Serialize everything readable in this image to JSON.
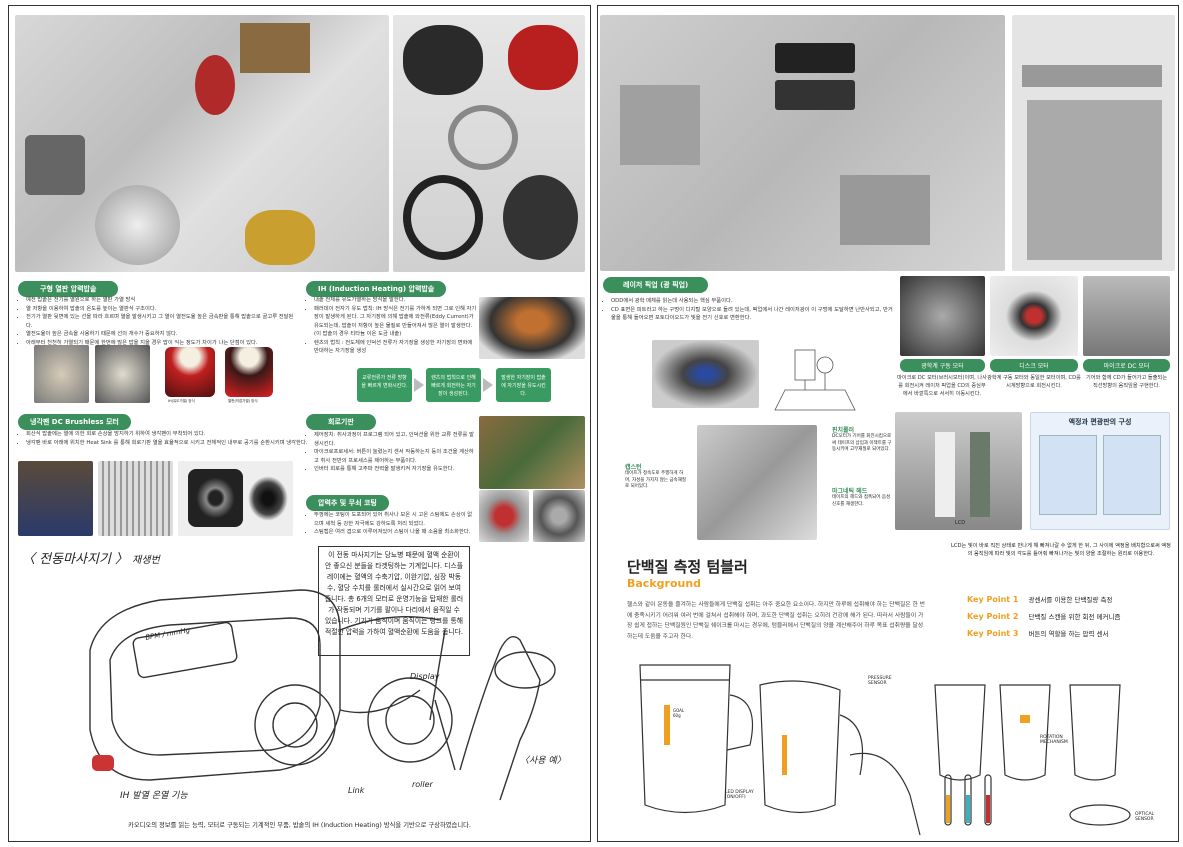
{
  "left": {
    "section1": {
      "title": "구형 열판 압력밥솥",
      "bullets": [
        "예전 밥솥은 전기를 열원으로 하는 열판 가열 방식",
        "열 저항을 이용하여 밥솥의 온도를 높이는 열판식 구조이다.",
        "전기가 열판 뒷면에 있는 선을 따라 흐르며 열을 발생시키고 그 열이 열전도율 높은 금속판을 통해 밥솥으로 골고루 전달된다.",
        "열전도율이 높은 금속을 사용하기 때문에 선의 개수가 중요하지 않다.",
        "아래부터 천천히 가열되기 때문에 한번에 많은 밥을 지을 경우 밥이 익는 정도가 차이가 나는 단점이 있다."
      ],
      "img_labels": [
        "IH(유도가열) 방식",
        "열판(직접가열) 방식"
      ]
    },
    "section2": {
      "title": "IH (Induction Heating) 압력밥솥",
      "bullets": [
        "내솥 전체를 유도가열하는 방식을 말한다.",
        "패러데이 전자기 유도 법칙: IH 방식은 전기를 가하게 되면 그로 인해 자기장이 발생하게 된다. 그 자기장에 의해 밥솥에 와전류(Eddy Current)가 유도되는데, 밥솥이 저항이 높은 물질로 만들어져서 많은 열이 발생한다.(이 밥솥의 경우 티타늄 이온 도금 내솥)",
        "렌츠의 법칙 : 전도체에 인덕션 전류가 자기장을 생성한 자기장의 변화에 반대하는 자기장을 생성"
      ],
      "flow": [
        "교류전류가 전류 방향을 빠르게 변화시킨다.",
        "렌츠의 법칙으로 인해 빠르게 회전하는 자기장이 생성된다.",
        "발생한 자기장이 밥솥에 자기장을 유도시킨다."
      ]
    },
    "section3": {
      "title": "냉각팬 DC Brushless 모터",
      "bullets": [
        "회산식 밥솥에는 열에 의한 회로 손상을 방지하기 위하여 냉각팬이 부착되어 있다.",
        "냉각팬 바로 아래에 위치한 Heat Sink 를 통해 회로기판 열을 효율적으로 시키고 전체적인 내부로 공기를 순환시키며 냉각한다."
      ]
    },
    "section4": {
      "title": "회로기판",
      "bullets": [
        "제어장치: 취사과정이 프로그램 되어 있고, 인덕션을 위한 교류 전류를 발생시킨다.",
        "마이크로프로세서: 버튼이 눌렸는지 센서 작동하는지 등의 조건을 계산하고 취사 전반의 프로세스를 제어하는 부품이다.",
        "인버터 회로를 통해 고주파 전력을 발생키켜 자기장을 유도한다."
      ]
    },
    "section5": {
      "title": "압력추 및 무쇠 코팅",
      "bullets": [
        "뚜껑에는 코팅이 도포되어 있어 취사나 보온 시 고온 스팀에도 손상이 없으며 세척 등 강한 자극에도 강하도록 처리 되었다.",
        "스팀캡은 여러 겹으로 이루어져있어 스팀이 나올 때 소음을 최소화한다."
      ]
    },
    "sketch": {
      "title": "전동마사지기",
      "subtitle": "재생번",
      "description": "이 전동 마사지기는 당뇨병 때문에 혈액 순환이 안 좋으신 분들을 타겟팅하는 기계입니다. 디스플레이에는 혈액의 수축기압, 이완기압, 심장 박동 수, 혈당 수치를 롤러에서 실시간으로 읽어 보여줍니다. 총 6개의 모터로 운영기능을 탑재한 롤러가 작동되며 기기를 팔이나 다리에서 움직일 수 있습니다. 기기가 움직이며 움직이는 링크를 통해 적절한 압력을 가하여 혈액순환에 도움을 줍니다.",
      "labels": {
        "display": "Display",
        "link": "Link",
        "roller": "roller",
        "usage": "사용 예",
        "ih": "IH 발열 온열 기능",
        "screen": "BPM / mmHg"
      }
    },
    "caption": "카오디오의 정보를 읽는 능력, 모터로 구동되는 기계적인 부품, 밥솥의 IH (Induction Heating) 방식을 기반으로 구상하였습니다."
  },
  "right": {
    "section1": {
      "title": "레이저 픽업 (광 픽업)",
      "bullets": [
        "ODD에서 광학 매체를 읽는데 사용되는 핵심 부품이다.",
        "CD 표면은 피트라고 하는 구멍이 디지털 모양으로 들려 있는데, 픽업에서 나간 레이저광이 이 구멍에 도달하면 난반사되고, 반거울을 통해 들어오면 포토다이오드가 빛을 전기 신호로 변환한다."
      ]
    },
    "motors": [
      {
        "title": "광학계 구동 모터",
        "desc": "마이크로 DC 모터(브러시모터)이며, 나사를 회전시켜 레이저 픽업을 CD의 중심부에서 바깥쪽으로 서서히 이동시킨다."
      },
      {
        "title": "디스크 모터",
        "desc": "광학계 구동 모터와 동일한 모터이며, CD를 시계방향으로 회전시킨다."
      },
      {
        "title": "마이크로 DC 모터",
        "desc": "기어와 함께 CD가 들어가고 돌출되는 직선방향의 움직임을 구현한다."
      }
    ],
    "diagram_labels": {
      "pinch": "핀치롤러",
      "pinch_desc": "DC모터가 기어를 회전시킴으로써 테이프의 삽입과 이젝트를 구동시키며 고무재질로 되어있다.",
      "capstan": "캡스턴",
      "capstan_desc": "테이프가 정속도로 주행하게 하며, 자성을 가지지 않는 금속재질로 되어있다.",
      "head": "마그네틱 헤드",
      "head_desc": "테이프의 헤드와 접촉되어 음성신호를 재생한다.",
      "lcd": "LCD",
      "lcd_diagram_title": "액정과 편광판의 구성"
    },
    "lcd_caption": "LCD는 빛이 바로 직진 상태로 만나게 해 빠져나갈 수 없게 한 뒤, 그 사이에 액정을 배치함으로써 액정의 움직임에 따라 빛의 각도를 틀어줘 빠져나가는 빛의 양을 조절하는 원리로 이용한다.",
    "title": "단백질 측정 텀블러",
    "background_heading": "Background",
    "background": "헬스와 같이 운동을 즐겨하는 사람들에게 단백질 섭취는 아주 중요한 요소이다. 하지만 하루에 섭취해야 하는 단백질은 한 번에 충족시키기 어려워 여러 번에 걸쳐서 섭취해야 하며, 과도한 단백질 섭취는 오히려 건강에 해가 된다. 따라서 사람들이 가장 쉽게 접하는 단백질원인 단백질 쉐이크를 마시는 경우에, 텀블러에서 단백질의 양을 계산해주어 하루 목표 섭취량을 달성하는데 도움을 주고자 한다.",
    "key_points": [
      {
        "label": "Key Point 1",
        "text": "광센서를 이용한 단백질량 측정"
      },
      {
        "label": "Key Point 2",
        "text": "단백질 스캔을 위한 회전 메커니즘"
      },
      {
        "label": "Key Point 3",
        "text": "버튼의 역할을 하는 압력 센서"
      }
    ],
    "sketch_labels": {
      "pressure": "PRESSURE SENSOR",
      "led": "LED DISPLAY (ON/OFF)",
      "rotation": "ROTATION MECHANISM",
      "optical": "OPTICAL SENSOR",
      "goal": "GOAL 60g"
    }
  },
  "colors": {
    "green": "#3a8f5c",
    "orange": "#f0a020"
  }
}
